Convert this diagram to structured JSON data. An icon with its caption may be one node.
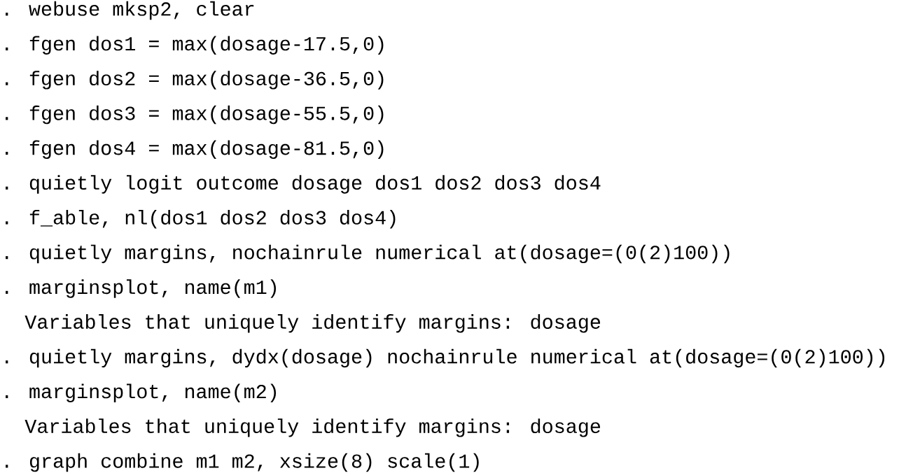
{
  "diagram": {
    "labels": [
      ". webuse mksp2, clear",
      ". fgen dos1 = max(dosage-17.5,0)",
      ". fgen dos2 = max(dosage-36.5,0)",
      ". fgen dos3 = max(dosage-55.5,0)",
      ". fgen dos4 = max(dosage-81.5,0)",
      ". quietly logit outcome dosage dos1 dos2 dos3 dos4",
      ". f_able, nl(dos1 dos2 dos3 dos4)",
      ". quietly margins, nochainrule numerical at(dosage=(0(2)100))",
      ". marginsplot, name(m1)",
      "Variables that uniquely identify margins: dosage",
      ". quietly margins, dydx(dosage) nochainrule numerical at(dosage=(0(2)100))",
      ". marginsplot, name(m2)",
      "Variables that uniquely identify margins: dosage",
      ". graph combine m1 m2, xsize(8) scale(1)"
    ]
  }
}
